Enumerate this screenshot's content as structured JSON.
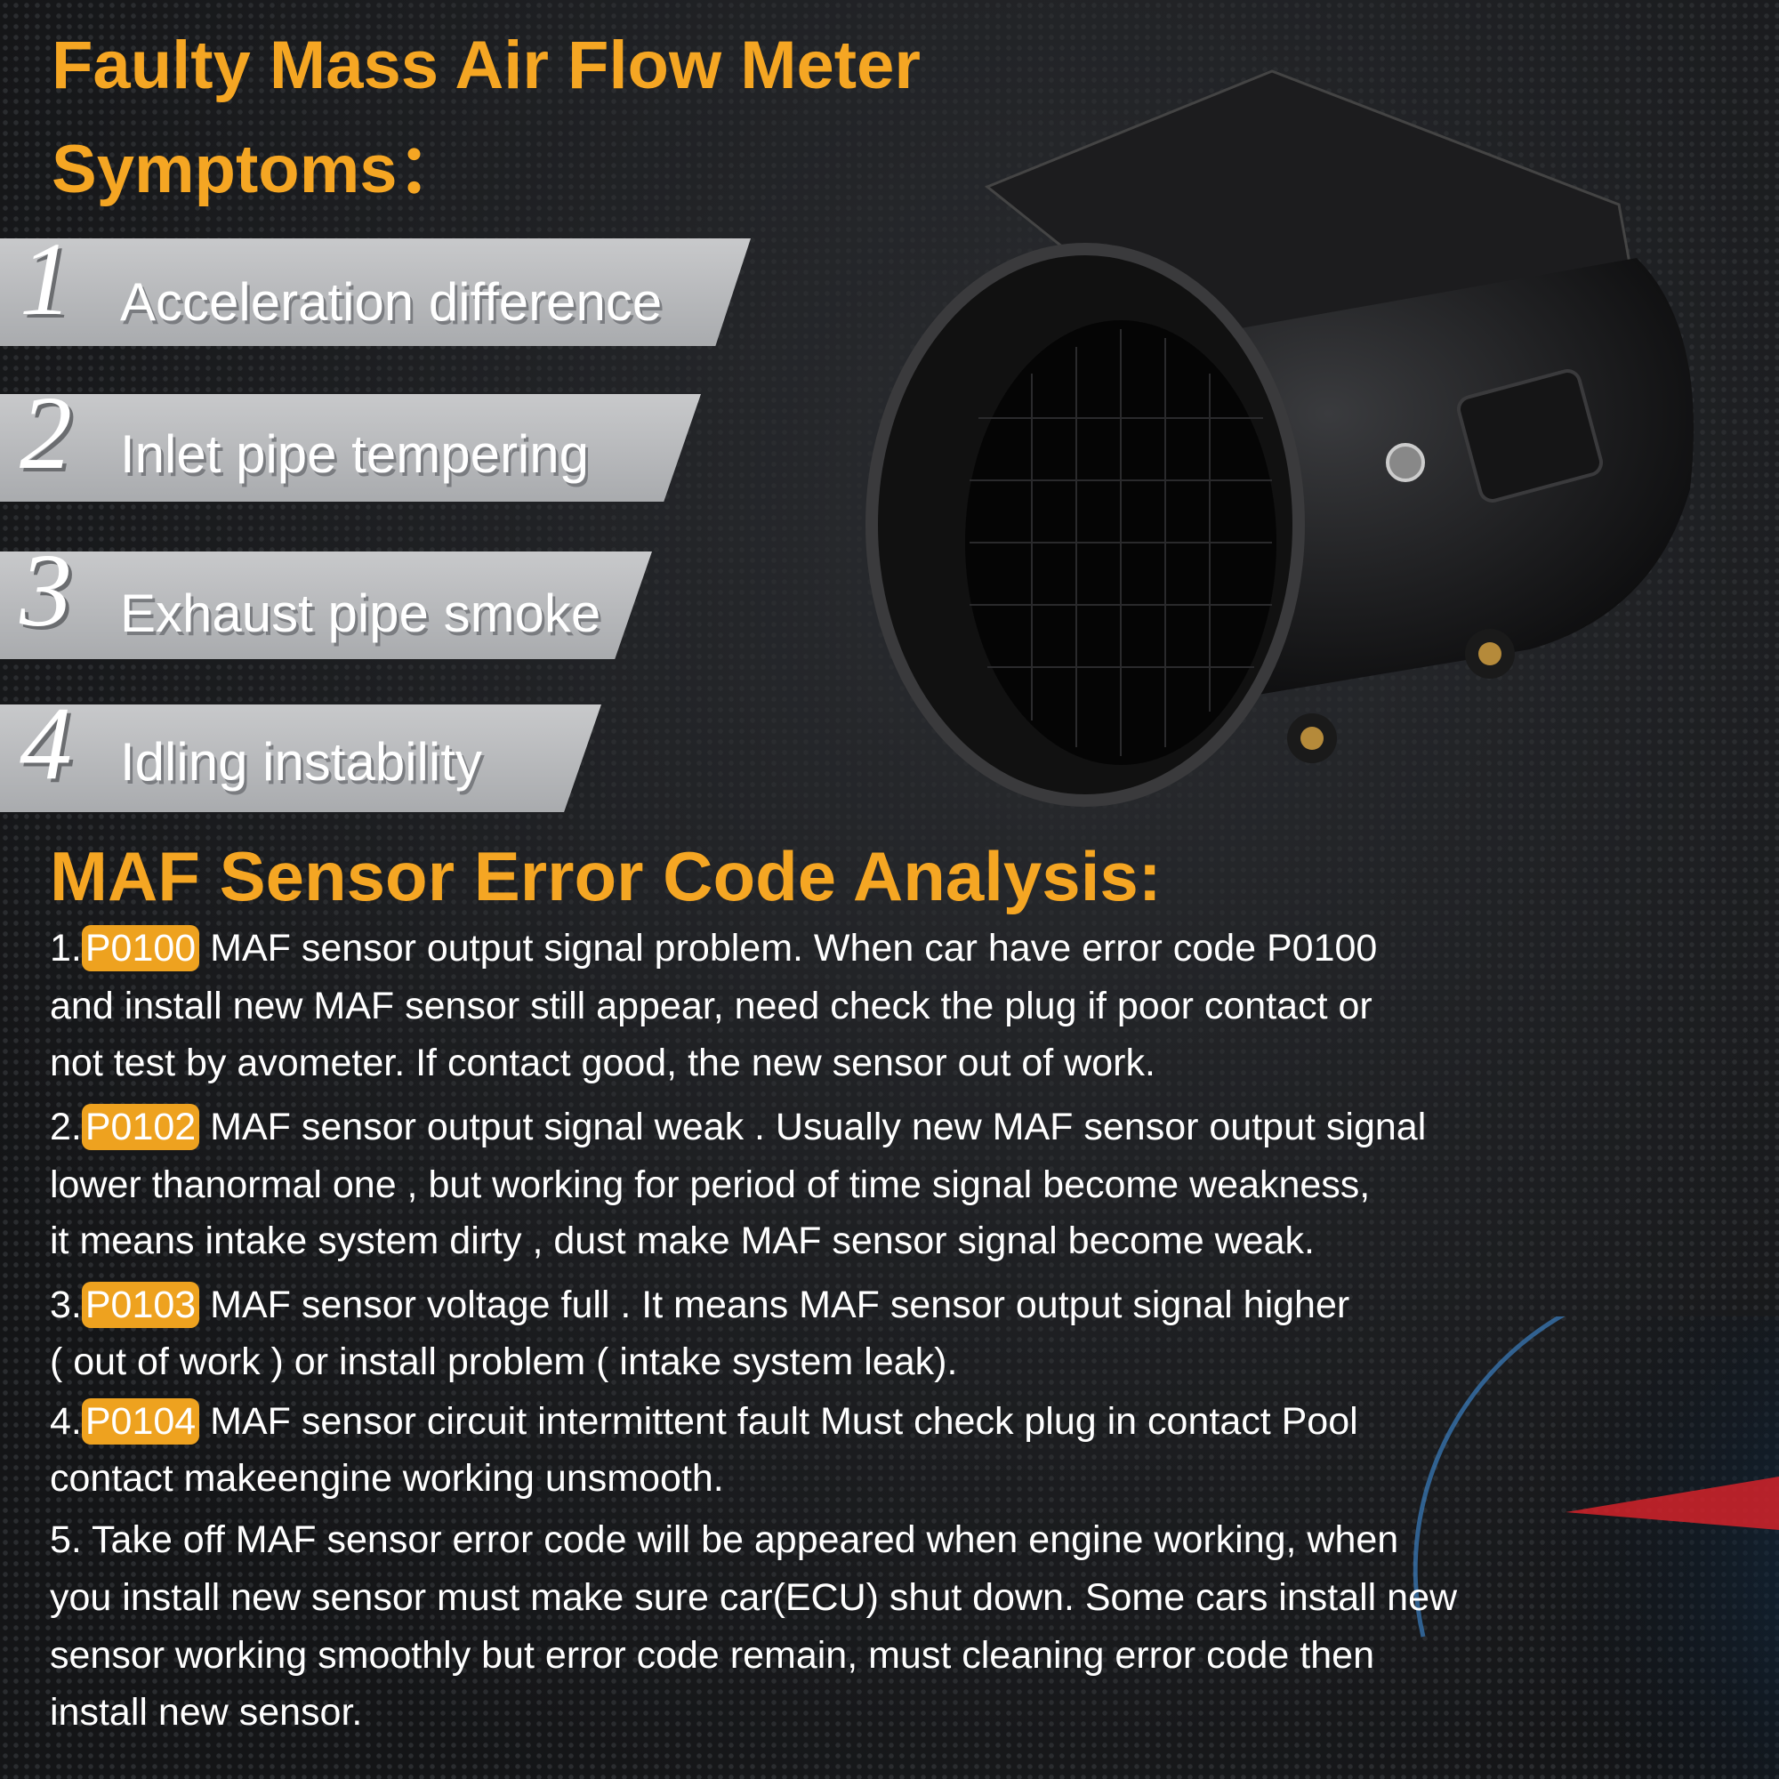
{
  "title": {
    "line1": "Faulty Mass Air Flow Meter",
    "line2": "Symptoms："
  },
  "symptoms": [
    {
      "number": "1",
      "label": "Acceleration difference"
    },
    {
      "number": "2",
      "label": "Inlet pipe tempering"
    },
    {
      "number": "3",
      "label": "Exhaust pipe smoke"
    },
    {
      "number": "4",
      "label": "Idling instability"
    }
  ],
  "analysis": {
    "heading": "MAF Sensor Error Code Analysis:",
    "items": [
      {
        "prefix": "1.",
        "code": "P0100",
        "lines": [
          " MAF sensor output signal problem. When car have error code P0100",
          "and install new MAF sensor still appear, need check the plug if poor contact or",
          "not test by avometer. If contact good, the new sensor out of work."
        ]
      },
      {
        "prefix": "2.",
        "code": "P0102",
        "lines": [
          " MAF sensor output signal weak . Usually new MAF sensor output signal",
          "lower thanormal one , but working for period of time signal become weakness,",
          "it means intake system dirty , dust make MAF sensor signal become weak."
        ]
      },
      {
        "prefix": "3.",
        "code": "P0103",
        "lines": [
          " MAF sensor voltage full . It means MAF sensor output signal higher",
          " ( out of work ) or install problem ( intake system leak)."
        ]
      },
      {
        "prefix": "4.",
        "code": "P0104",
        "lines": [
          " MAF sensor circuit intermittent fault Must check plug in contact Pool",
          "contact makeengine working unsmooth."
        ]
      },
      {
        "prefix": "",
        "code": "",
        "lines": [
          "5. Take off MAF sensor error code will be appeared when engine working, when",
          "you install new sensor must make sure car(ECU) shut down. Some cars install new",
          "sensor working smoothly but error code remain, must cleaning error code then",
          "install new sensor."
        ]
      }
    ]
  },
  "colors": {
    "accent": "#f5a623",
    "badge": "#eea21f",
    "band": "#b8babc",
    "background": "#1a1b1d"
  },
  "images": {
    "product": "mass-air-flow-sensor-photo",
    "decoration": "speedometer-gauge"
  }
}
